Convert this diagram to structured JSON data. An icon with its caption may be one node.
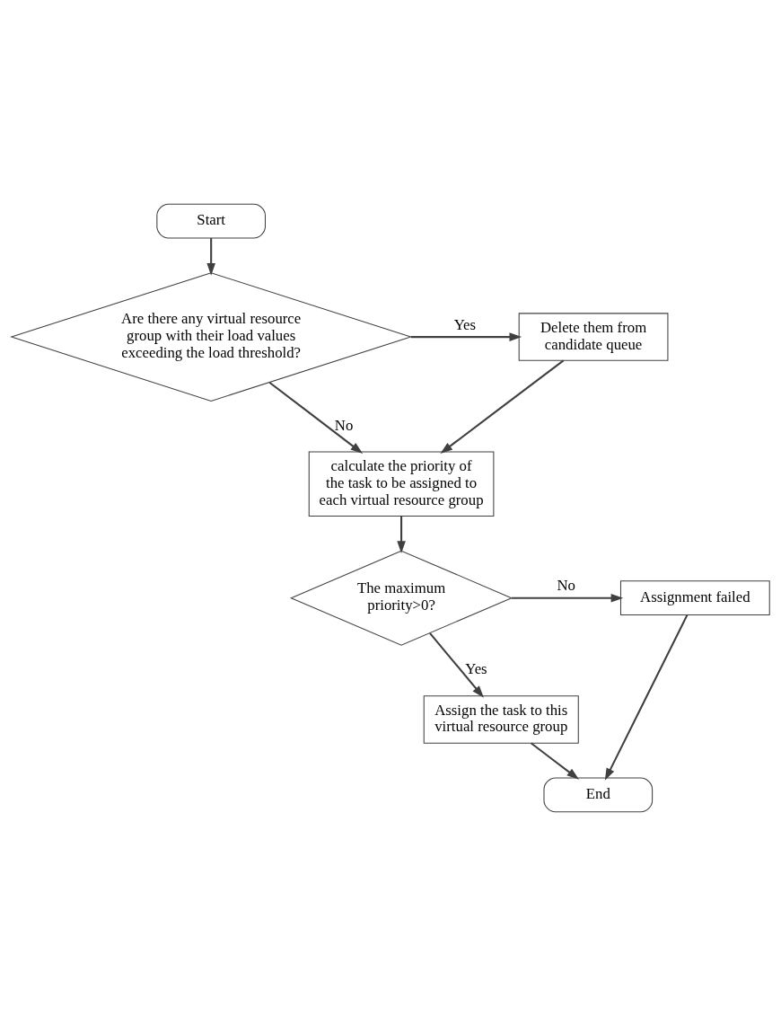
{
  "diagram": {
    "nodes": [
      {
        "text": [
          "Start"
        ]
      },
      {
        "text": [
          "Are there any virtual resource group with their load values exceeding the load threshold?"
        ]
      },
      {
        "text": [
          "Delete them from candidate queue"
        ]
      },
      {
        "text": [
          "calculate the priority of the task to be assigned to each virtual resource group"
        ]
      },
      {
        "text": [
          "The maximum priority>0?"
        ]
      },
      {
        "text": [
          "Assignment failed"
        ]
      },
      {
        "text": [
          "Assign the task to this virtual resource group"
        ]
      },
      {
        "text": [
          "End"
        ]
      }
    ],
    "edges": [
      {
        "from": 0,
        "to": 1,
        "arrow": "to"
      },
      {
        "from": 1,
        "to": 2,
        "arrow": "to",
        "label": "Yes"
      },
      {
        "from": 2,
        "to": 3,
        "arrow": "to"
      },
      {
        "from": 1,
        "to": 3,
        "arrow": "to",
        "label": "No"
      },
      {
        "from": 3,
        "to": 4,
        "arrow": "to"
      },
      {
        "from": 4,
        "to": 5,
        "arrow": "to",
        "label": "No"
      },
      {
        "from": 4,
        "to": 6,
        "arrow": "to",
        "label": "Yes"
      },
      {
        "from": 6,
        "to": 7,
        "arrow": "to"
      },
      {
        "from": 5,
        "to": 7,
        "arrow": "to"
      }
    ]
  }
}
